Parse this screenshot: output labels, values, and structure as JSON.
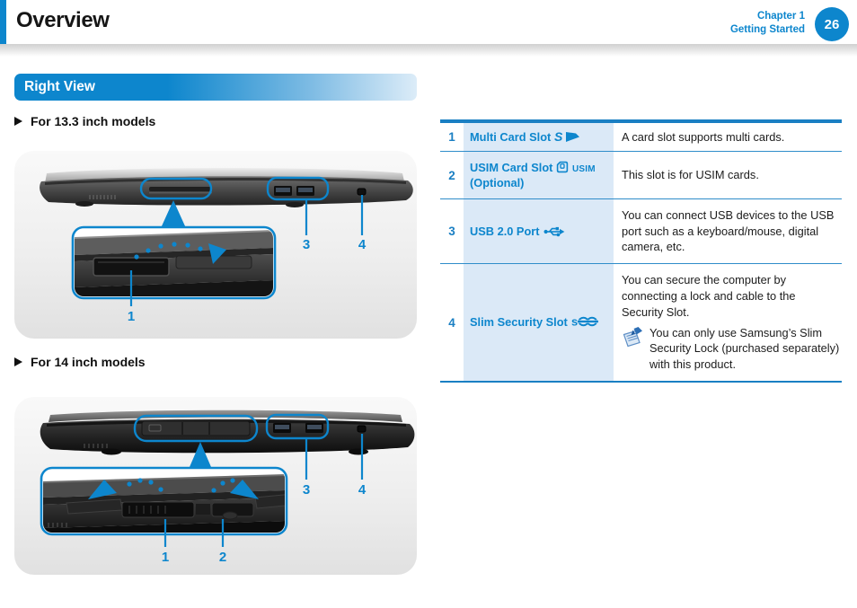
{
  "header": {
    "title": "Overview",
    "chapter": "Chapter 1",
    "chapter_sub": "Getting Started",
    "page_number": "26"
  },
  "section_title": "Right View",
  "figure1": {
    "caption": "For 13.3 inch models",
    "label_1": "1",
    "label_3": "3",
    "label_4": "4"
  },
  "figure2": {
    "caption": "For 14 inch models",
    "label_1": "1",
    "label_2": "2",
    "label_3": "3",
    "label_4": "4"
  },
  "table": {
    "rows": [
      {
        "num": "1",
        "label": "Multi Card Slot",
        "icon": "sd-card-icon",
        "desc": "A card slot supports multi cards."
      },
      {
        "num": "2",
        "label": "USIM Card Slot",
        "icon": "usim-icon",
        "icon_label": "USIM",
        "label_suffix": "(Optional)",
        "desc": "This slot is for USIM cards."
      },
      {
        "num": "3",
        "label": "USB 2.0 Port",
        "icon": "usb-icon",
        "desc": "You can connect USB devices to the USB port such as a keyboard/mouse, digital camera, etc."
      },
      {
        "num": "4",
        "label": "Slim Security Slot",
        "icon": "security-lock-icon",
        "desc": "You can secure the computer by connecting a lock and cable to the Security Slot.",
        "note": "You can only use Samsung’s Slim Security Lock (purchased separately) with this product."
      }
    ]
  },
  "colors": {
    "accent_blue": "#0d86cd",
    "table_border_blue": "#1a7fc3",
    "label_cell_bg": "#dbe9f7",
    "body_text": "#1c1c1c"
  }
}
